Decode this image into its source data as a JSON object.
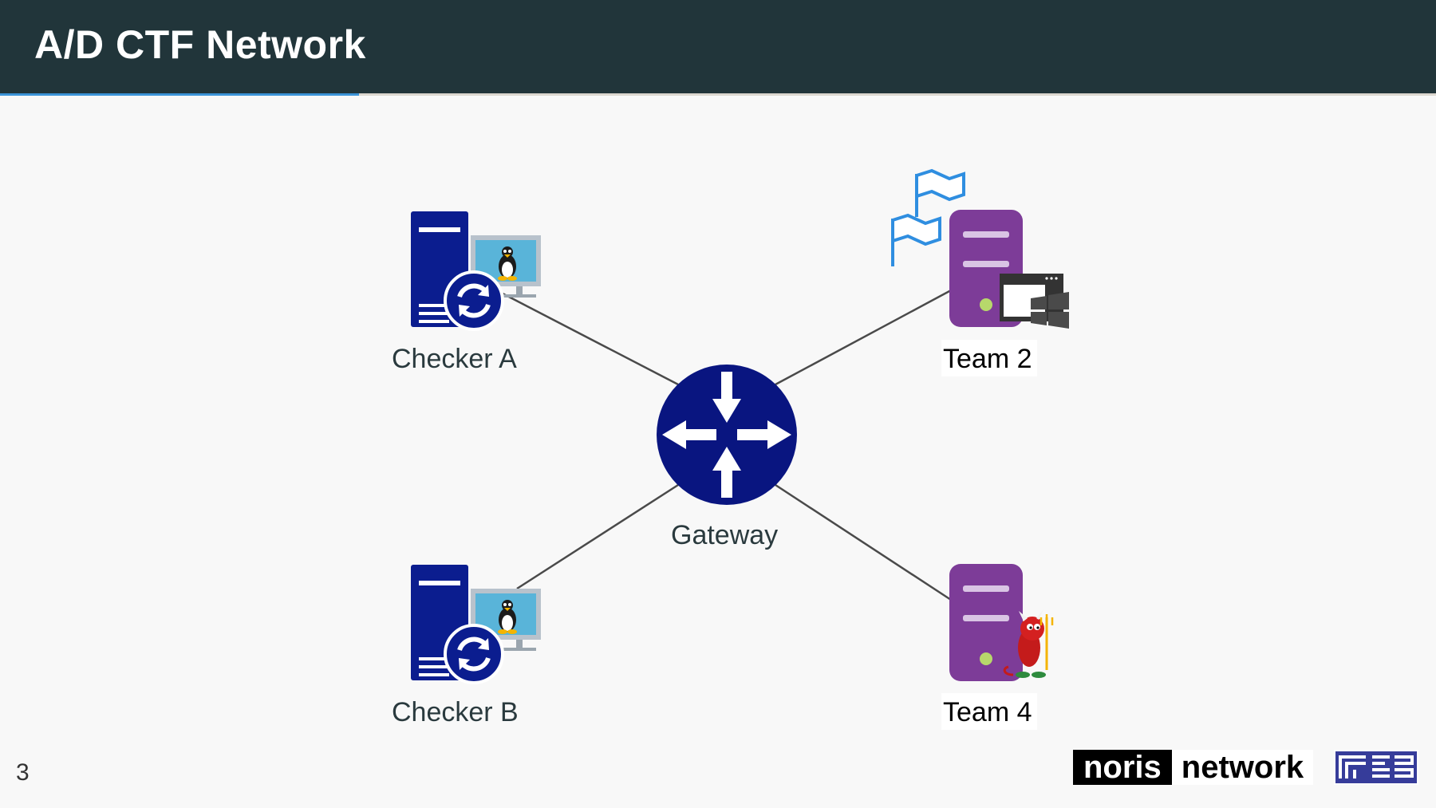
{
  "header": {
    "title": "A/D CTF Network"
  },
  "nodes": {
    "checker_a": "Checker A",
    "checker_b": "Checker B",
    "gateway": "Gateway",
    "team_2": "Team 2",
    "team_4": "Team 4"
  },
  "footer": {
    "page_number": "3",
    "logo_part_a": "noris",
    "logo_part_b": "network"
  },
  "icons": {
    "checker": "server-sync-linux-icon",
    "gateway": "router-icon",
    "team_2": "server-windows-flag-icon",
    "team_4": "server-bsd-daemon-icon"
  },
  "colors": {
    "header": "#21353a",
    "accent": "#3c94d8",
    "checker": "#0b1d8f",
    "router": "#091580",
    "team_server": "#7d3c98",
    "flag": "#2f8ee0",
    "logo_badge": "#363c9a"
  }
}
